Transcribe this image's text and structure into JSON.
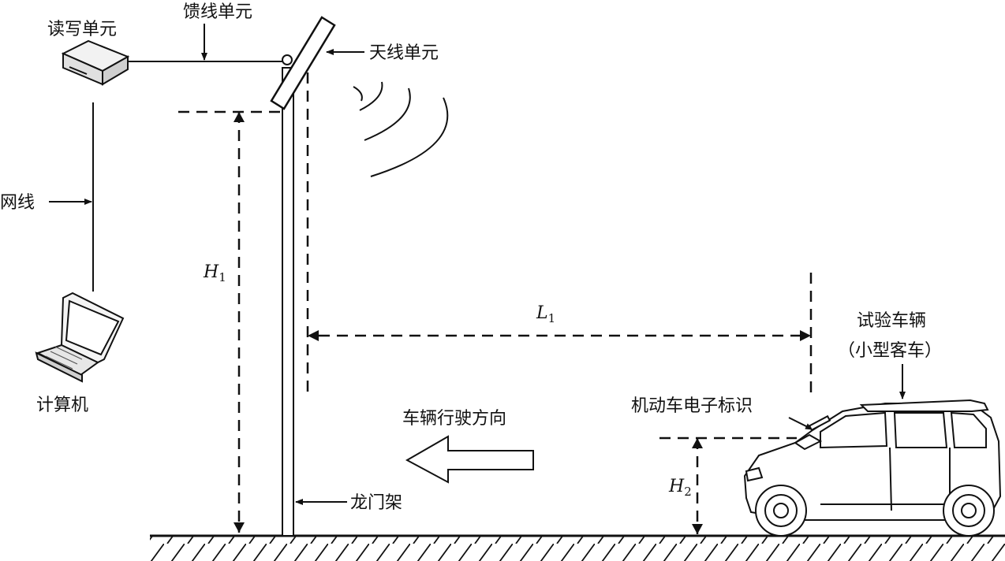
{
  "labels": {
    "reader_unit": "读写单元",
    "feeder_unit": "馈线单元",
    "antenna_unit": "天线单元",
    "network_cable": "网线",
    "computer": "计算机",
    "gantry": "龙门架",
    "driving_direction": "车辆行驶方向",
    "test_vehicle_line1": "试验车辆",
    "test_vehicle_line2": "（小型客车）",
    "electronic_tag": "机动车电子标识"
  },
  "dimensions": {
    "h1": {
      "symbol": "H",
      "subscript": "1"
    },
    "h2": {
      "symbol": "H",
      "subscript": "2"
    },
    "l1": {
      "symbol": "L",
      "subscript": "1"
    }
  },
  "icons": [
    "reader-device-icon",
    "laptop-icon",
    "antenna-panel-icon",
    "signal-wave-icon",
    "car-icon",
    "direction-arrow-icon"
  ]
}
